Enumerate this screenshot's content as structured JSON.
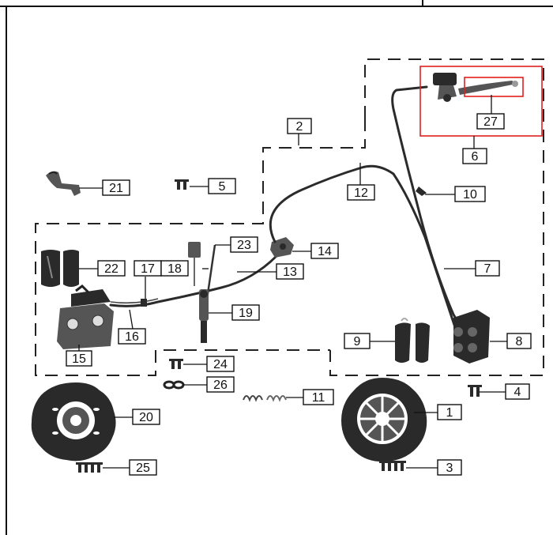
{
  "diagram": {
    "callouts": [
      {
        "id": "c1",
        "text": "1"
      },
      {
        "id": "c2",
        "text": "2"
      },
      {
        "id": "c3",
        "text": "3"
      },
      {
        "id": "c4",
        "text": "4"
      },
      {
        "id": "c5",
        "text": "5"
      },
      {
        "id": "c6",
        "text": "6"
      },
      {
        "id": "c7",
        "text": "7"
      },
      {
        "id": "c8",
        "text": "8"
      },
      {
        "id": "c9",
        "text": "9"
      },
      {
        "id": "c10",
        "text": "10"
      },
      {
        "id": "c11",
        "text": "11"
      },
      {
        "id": "c12",
        "text": "12"
      },
      {
        "id": "c13",
        "text": "13"
      },
      {
        "id": "c14",
        "text": "14"
      },
      {
        "id": "c15",
        "text": "15"
      },
      {
        "id": "c16",
        "text": "16"
      },
      {
        "id": "c17",
        "text": "17"
      },
      {
        "id": "c18",
        "text": "18"
      },
      {
        "id": "c19",
        "text": "19"
      },
      {
        "id": "c20",
        "text": "20"
      },
      {
        "id": "c21",
        "text": "21"
      },
      {
        "id": "c22",
        "text": "22"
      },
      {
        "id": "c23",
        "text": "23"
      },
      {
        "id": "c24",
        "text": "24"
      },
      {
        "id": "c25",
        "text": "25"
      },
      {
        "id": "c26",
        "text": "26"
      },
      {
        "id": "c27",
        "text": "27"
      }
    ],
    "colors": {
      "line": "#111111",
      "highlight": "#e02020",
      "part": "#2a2a2a",
      "background": "#ffffff"
    },
    "highlighted_callout": "27"
  }
}
